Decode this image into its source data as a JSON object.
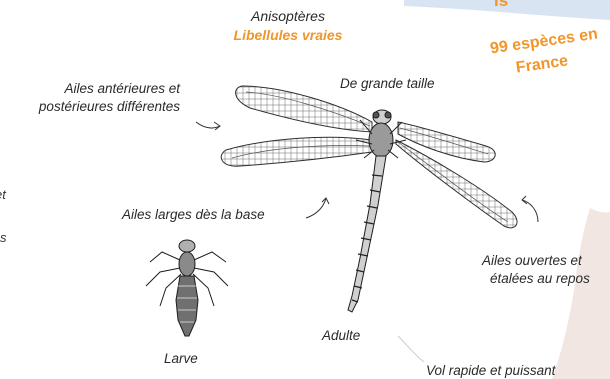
{
  "header": {
    "group_name": "Anisoptères",
    "group_common": "Libellules  vraies"
  },
  "count_box": {
    "partial_top": "is",
    "text_line1": "99 espèces en",
    "text_line2": "France"
  },
  "labels": {
    "wings_different_l1": "Ailes antérieures et",
    "wings_different_l2": "postérieures différentes",
    "large_size": "De grande taille",
    "wings_broad": "Ailes larges dès la base",
    "wings_open_l1": "Ailes ouvertes et",
    "wings_open_l2": "étalées au repos",
    "adult": "Adulte",
    "larva": "Larve",
    "flight": "Vol rapide et puissant"
  },
  "left_edge": {
    "line1": "et",
    "line2": "s"
  },
  "colors": {
    "accent_orange": "#f0962a",
    "blue_shape": "#d9e4f3",
    "pink_shape": "#f2e6e2"
  }
}
